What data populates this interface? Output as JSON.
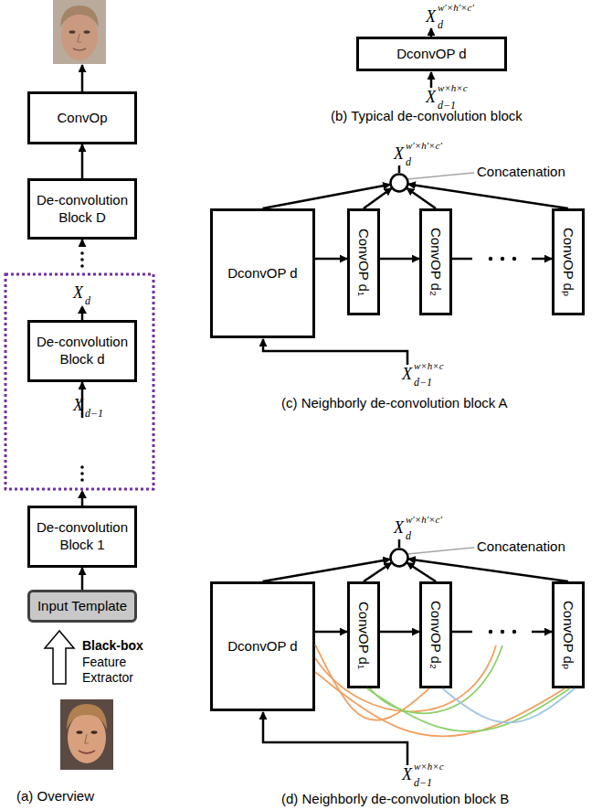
{
  "diagram": {
    "nodes": [
      {
        "text": [
          "ConvOp"
        ]
      },
      {
        "text": [
          "De-convolution Block D"
        ]
      },
      {
        "text": [
          "De-convolution Block d"
        ]
      },
      {
        "text": [
          "De-convolution Block 1"
        ]
      },
      {
        "text": [
          "Input Template"
        ]
      },
      {
        "text": [
          "DconvOP d"
        ]
      },
      {
        "text": [
          "Concatenation"
        ]
      },
      {
        "text": [
          "DconvOP d"
        ]
      },
      {
        "text": [
          "ConvOP d₁"
        ]
      },
      {
        "text": [
          "ConvOP d₂"
        ]
      },
      {
        "text": [
          "ConvOP dₚ"
        ]
      },
      {
        "text": [
          "Concatenation"
        ]
      },
      {
        "text": [
          "DconvOP d"
        ]
      },
      {
        "text": [
          "ConvOP d₁"
        ]
      },
      {
        "text": [
          "ConvOP d₂"
        ]
      },
      {
        "text": [
          "ConvOP dₚ"
        ]
      }
    ],
    "edges": [
      {
        "from": 4,
        "to": 3,
        "arrow": "to"
      },
      {
        "from": 3,
        "to": 2,
        "arrow": "to"
      },
      {
        "from": 2,
        "to": 1,
        "arrow": "to"
      },
      {
        "from": 1,
        "to": 0,
        "arrow": "to"
      },
      {
        "from": 7,
        "to": 8,
        "arrow": "to"
      },
      {
        "from": 8,
        "to": 9,
        "arrow": "to"
      },
      {
        "from": 9,
        "to": 10,
        "arrow": "to"
      },
      {
        "from": 7,
        "to": 6,
        "arrow": "to"
      },
      {
        "from": 8,
        "to": 6,
        "arrow": "to"
      },
      {
        "from": 9,
        "to": 6,
        "arrow": "to"
      },
      {
        "from": 10,
        "to": 6,
        "arrow": "to"
      },
      {
        "from": 12,
        "to": 13,
        "arrow": "to"
      },
      {
        "from": 13,
        "to": 14,
        "arrow": "to"
      },
      {
        "from": 14,
        "to": 15,
        "arrow": "to"
      },
      {
        "from": 12,
        "to": 11,
        "arrow": "to"
      },
      {
        "from": 13,
        "to": 11,
        "arrow": "to"
      },
      {
        "from": 14,
        "to": 11,
        "arrow": "to"
      },
      {
        "from": 15,
        "to": 11,
        "arrow": "to"
      },
      {
        "from": 12,
        "to": 14,
        "arrow": "none"
      },
      {
        "from": 12,
        "to": 15,
        "arrow": "none"
      },
      {
        "from": 13,
        "to": 15,
        "arrow": "none"
      },
      {
        "from": 14,
        "to": 15,
        "arrow": "none"
      }
    ],
    "labels": [
      "X",
      "d",
      "X",
      "d−1",
      "Black-box",
      "Feature Extractor",
      "(a) Overview",
      "X",
      "d",
      "w′×h′×c′",
      "X",
      "d−1",
      "w×h×c",
      "(b) Typical de-convolution block",
      "X",
      "d",
      "w′×h′×c′",
      "X",
      "d−1",
      "w×h×c",
      "(c) Neighborly de-convolution block A",
      "X",
      "d",
      "w′×h′×c′",
      "X",
      "d−1",
      "w×h×c",
      "(d) Neighborly de-convolution block B"
    ]
  }
}
